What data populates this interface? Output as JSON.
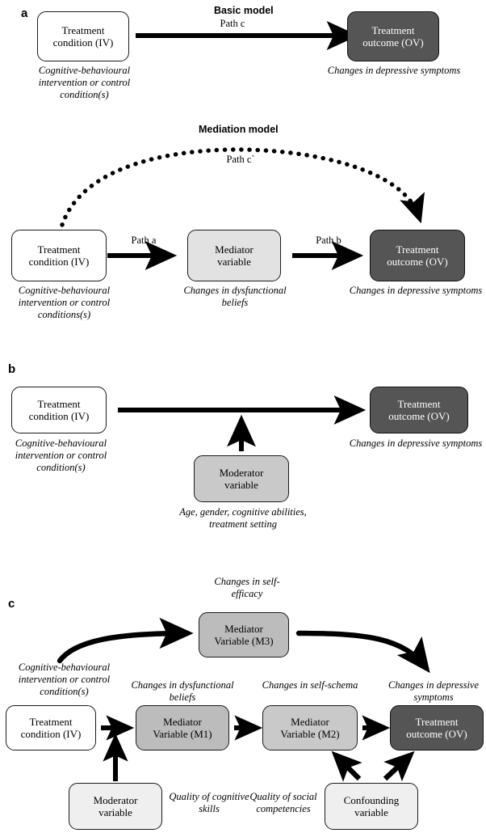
{
  "figure": {
    "panels": [
      {
        "letter": "a",
        "models": [
          {
            "title": "Basic model",
            "path_label": "Path c",
            "nodes": [
              {
                "label_line1": "Treatment",
                "label_line2": "condition (IV)",
                "role": "independent-variable",
                "fill": "#ffffff"
              },
              {
                "label_line1": "Treatment",
                "label_line2": "outcome (OV)",
                "role": "outcome-variable",
                "fill": "#555555"
              }
            ],
            "captions": [
              "Cognitive-behavioural intervention or control condition(s)",
              "Changes in depressive symptoms"
            ]
          },
          {
            "title": "Mediation model",
            "path_labels": [
              "Path c`",
              "Path a",
              "Path b"
            ],
            "nodes": [
              {
                "label_line1": "Treatment",
                "label_line2": "condition (IV)",
                "role": "independent-variable",
                "fill": "#ffffff"
              },
              {
                "label_line1": "Mediator",
                "label_line2": "variable",
                "role": "mediator-variable",
                "fill": "#e2e2e2"
              },
              {
                "label_line1": "Treatment",
                "label_line2": "outcome (OV)",
                "role": "outcome-variable",
                "fill": "#555555"
              }
            ],
            "captions": [
              "Cognitive-behavioural intervention or control conditions(s)",
              "Changes in dysfunctional beliefs",
              "Changes in depressive symptoms"
            ]
          }
        ]
      },
      {
        "letter": "b",
        "nodes": [
          {
            "label_line1": "Treatment",
            "label_line2": "condition (IV)",
            "role": "independent-variable",
            "fill": "#ffffff"
          },
          {
            "label_line1": "Moderator",
            "label_line2": "variable",
            "role": "moderator-variable",
            "fill": "#c9c9c9"
          },
          {
            "label_line1": "Treatment",
            "label_line2": "outcome (OV)",
            "role": "outcome-variable",
            "fill": "#555555"
          }
        ],
        "captions": [
          "Cognitive-behavioural intervention or control condition(s)",
          "Age, gender, cognitive abilities, treatment setting",
          "Changes in depressive symptoms"
        ]
      },
      {
        "letter": "c",
        "nodes": [
          {
            "label_line1": "Mediator",
            "label_line2": "Variable (M3)",
            "role": "mediator-variable-m3",
            "fill": "#bcbcbc"
          },
          {
            "label_line1": "Treatment",
            "label_line2": "condition (IV)",
            "role": "independent-variable",
            "fill": "#ffffff"
          },
          {
            "label_line1": "Mediator",
            "label_line2": "Variable (M1)",
            "role": "mediator-variable-m1",
            "fill": "#bcbcbc"
          },
          {
            "label_line1": "Mediator",
            "label_line2": "Variable (M2)",
            "role": "mediator-variable-m2",
            "fill": "#c9c9c9"
          },
          {
            "label_line1": "Treatment",
            "label_line2": "outcome (OV)",
            "role": "outcome-variable",
            "fill": "#555555"
          },
          {
            "label_line1": "Moderator",
            "label_line2": "variable",
            "role": "moderator-variable",
            "fill": "#efefef"
          },
          {
            "label_line1": "Confounding",
            "label_line2": "variable",
            "role": "confounding-variable",
            "fill": "#efefef"
          }
        ],
        "captions": {
          "m3": "Changes in self-efficacy",
          "iv": "Cognitive-behavioural intervention or control condition(s)",
          "m1": "Changes in dysfunctional beliefs",
          "m2": "Changes in self-schema",
          "ov": "Changes in depressive symptoms",
          "moderator": "Quality of cognitive skills",
          "confounder": "Quality of social competencies"
        }
      }
    ]
  },
  "text": {
    "basic_title": "Basic model",
    "mediation_title": "Mediation model",
    "path_c": "Path c",
    "path_c_prime": "Path c`",
    "path_a": "Path a",
    "path_b": "Path b",
    "letter_a": "a",
    "letter_b": "b",
    "letter_c": "c",
    "treatment": "Treatment",
    "condition_iv": "condition (IV)",
    "outcome_ov": "outcome (OV)",
    "mediator": "Mediator",
    "variable": "variable",
    "variable_m1": "Variable (M1)",
    "variable_m2": "Variable (M2)",
    "variable_m3": "Variable (M3)",
    "moderator": "Moderator",
    "confounding": "Confounding",
    "cap_cbt_1": "Cognitive-behavioural",
    "cap_cbt_2": "intervention or control",
    "cap_cbt_3a": "condition(s)",
    "cap_cbt_3b": "conditions(s)",
    "cap_dep_1": "Changes in depressive",
    "cap_dep_2": "symptoms",
    "cap_dys_1": "Changes in",
    "cap_dys_2": "dysfunctional beliefs",
    "cap_mod_1": "Age, gender, cognitive",
    "cap_mod_2": "abilities, treatment setting",
    "cap_eff_1": "Changes in",
    "cap_eff_2": "self-efficacy",
    "cap_schema_1": "Changes in",
    "cap_schema_2": "self-schema",
    "cap_depsym_1": "Changes in",
    "cap_depsym_2": "depressive symptoms",
    "cap_qcs_1": "Quality of",
    "cap_qcs_2": "cognitive skills",
    "cap_qsoc_1": "Quality of social",
    "cap_qsoc_2": "competencies"
  }
}
